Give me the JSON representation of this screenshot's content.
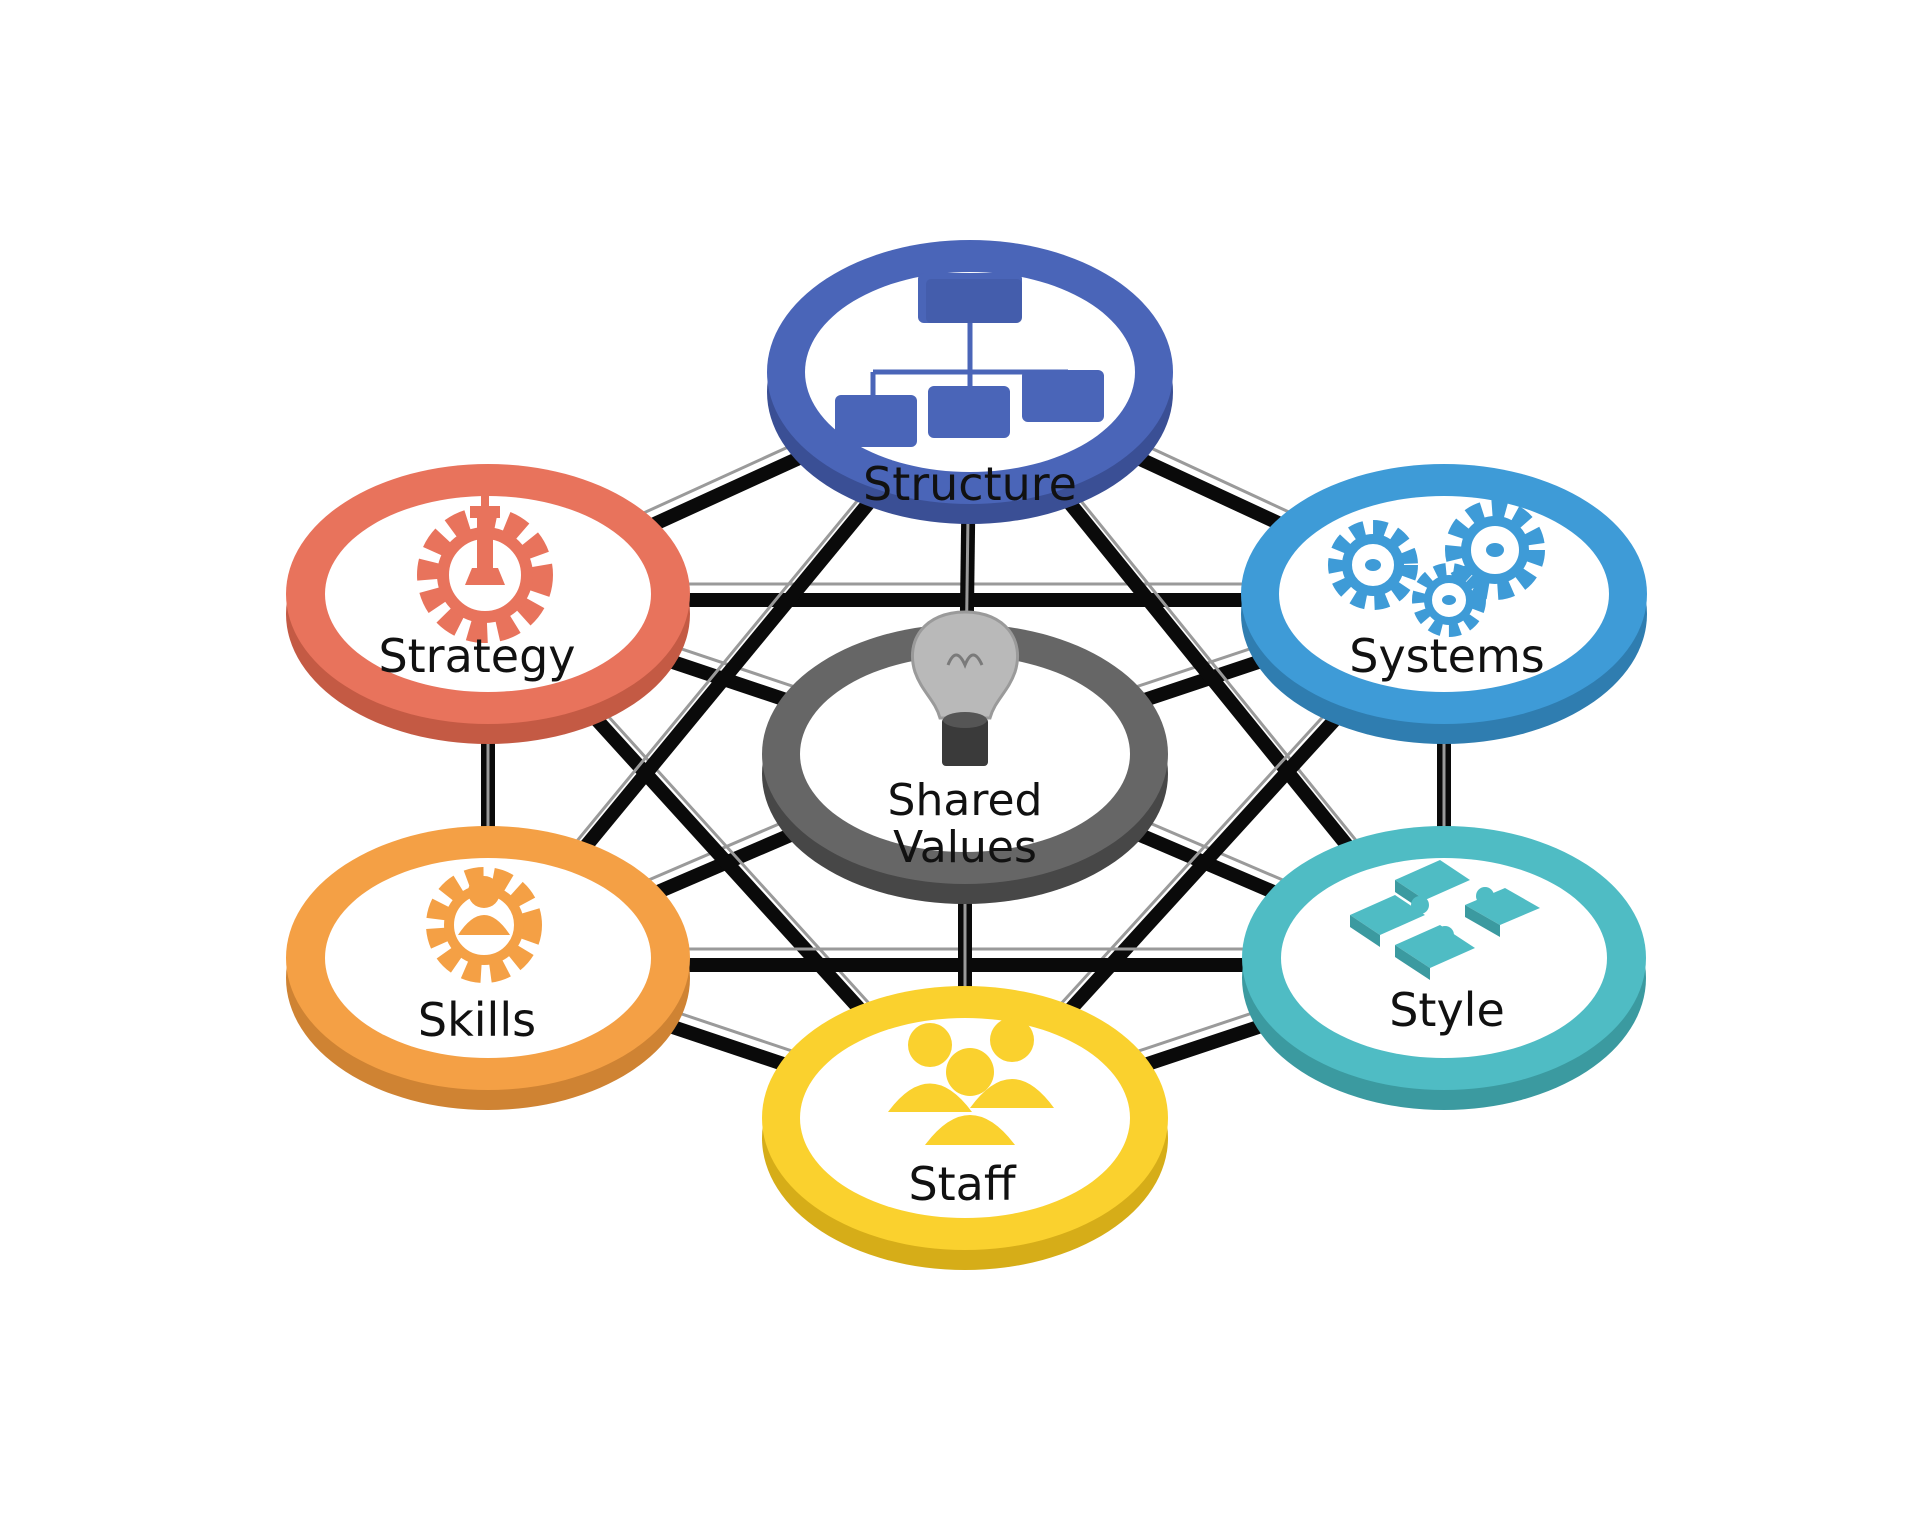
{
  "diagram": {
    "nodes": [
      {
        "id": "structure",
        "label": "Structure",
        "color": "#4a65b8",
        "side": "#3a4f95",
        "icon": "org-chart-icon"
      },
      {
        "id": "strategy",
        "label": "Strategy",
        "color": "#e8735c",
        "side": "#c45a44",
        "icon": "chess-gear-icon"
      },
      {
        "id": "systems",
        "label": "Systems",
        "color": "#3e9bd7",
        "side": "#2f7db0",
        "icon": "gears-icon"
      },
      {
        "id": "shared",
        "label_lines": [
          "Shared",
          "Values"
        ],
        "color": "#666666",
        "side": "#474747",
        "icon": "lightbulb-icon"
      },
      {
        "id": "skills",
        "label": "Skills",
        "color": "#f4a045",
        "side": "#cf8333",
        "icon": "person-gear-icon"
      },
      {
        "id": "style",
        "label": "Style",
        "color": "#4fbcc4",
        "side": "#3b9aa0",
        "icon": "puzzle-icon"
      },
      {
        "id": "staff",
        "label": "Staff",
        "color": "#fad12e",
        "side": "#d6ad18",
        "icon": "people-icon"
      }
    ],
    "connections": [
      [
        "strategy",
        "structure"
      ],
      [
        "structure",
        "systems"
      ],
      [
        "strategy",
        "systems"
      ],
      [
        "strategy",
        "shared"
      ],
      [
        "systems",
        "shared"
      ],
      [
        "skills",
        "shared"
      ],
      [
        "style",
        "shared"
      ],
      [
        "strategy",
        "staff"
      ],
      [
        "structure",
        "skills"
      ],
      [
        "structure",
        "style"
      ],
      [
        "systems",
        "staff"
      ],
      [
        "skills",
        "style"
      ],
      [
        "skills",
        "staff"
      ],
      [
        "staff",
        "style"
      ],
      [
        "strategy",
        "skills"
      ],
      [
        "systems",
        "style"
      ],
      [
        "structure",
        "shared"
      ],
      [
        "shared",
        "staff"
      ]
    ]
  }
}
